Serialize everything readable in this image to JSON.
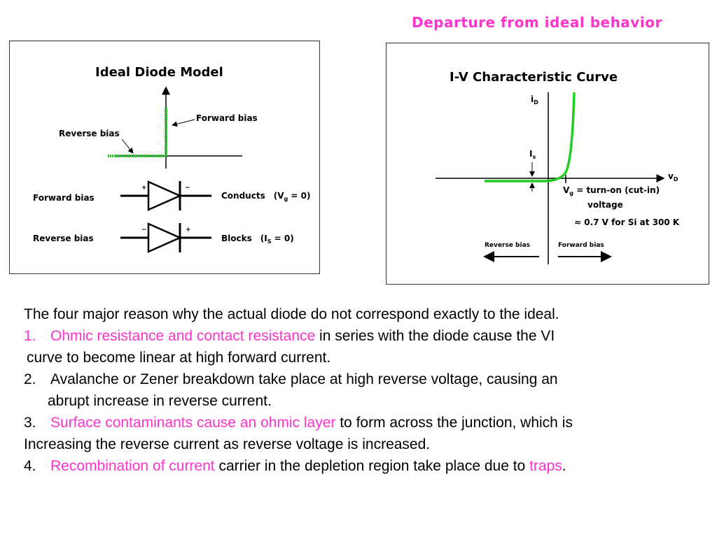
{
  "title": "Departure from ideal behavior",
  "colors": {
    "accent": "#ff33cc",
    "curve": "#22cc22",
    "text": "#000000"
  },
  "left_diagram": {
    "title": "Ideal Diode Model",
    "forward_bias_label": "Forward bias",
    "reverse_bias_label": "Reverse bias",
    "row1_label": "Forward bias",
    "row1_plus": "+",
    "row1_minus": "−",
    "row1_state": "Conducts",
    "row1_eq_prefix": "(V",
    "row1_eq_sub": "g",
    "row1_eq_suffix": " = 0)",
    "row2_label": "Reverse bias",
    "row2_minus": "−",
    "row2_plus": "+",
    "row2_state": "Blocks",
    "row2_eq_prefix": "(I",
    "row2_eq_sub": "S",
    "row2_eq_suffix": " = 0)"
  },
  "right_diagram": {
    "title": "I-V Characteristic Curve",
    "y_axis_main": "i",
    "y_axis_sub": "D",
    "x_axis_main": "v",
    "x_axis_sub": "D",
    "is_main": "I",
    "is_sub": "s",
    "vg_main": "V",
    "vg_sub": "g",
    "vg_text": " = turn-on (cut-in)",
    "voltage_text": "voltage",
    "approx_text": "≈ 0.7 V for Si at 300 K",
    "reverse_bias": "Reverse bias",
    "forward_bias": "Forward bias"
  },
  "body": {
    "intro": "The four major reason why the actual diode do not correspond exactly to the ideal.",
    "item1_num": "1.",
    "item1_highlight": "Ohmic resistance and contact resistance",
    "item1_rest": " in series with the diode cause the VI",
    "item1_cont": "curve to become linear at high forward current.",
    "item2_num": "2.",
    "item2_text": "Avalanche or Zener breakdown take place at high reverse voltage, causing an",
    "item2_cont": "abrupt increase in reverse current.",
    "item3_num": "3.",
    "item3_highlight": "Surface contaminants cause an ohmic layer",
    "item3_rest": " to form across the junction, which is",
    "item3_cont": "Increasing the reverse current as reverse voltage is increased.",
    "item4_num": "4.",
    "item4_highlight": "Recombination of current",
    "item4_rest": " carrier in the depletion region take place due to ",
    "item4_highlight2": "traps",
    "item4_end": "."
  }
}
